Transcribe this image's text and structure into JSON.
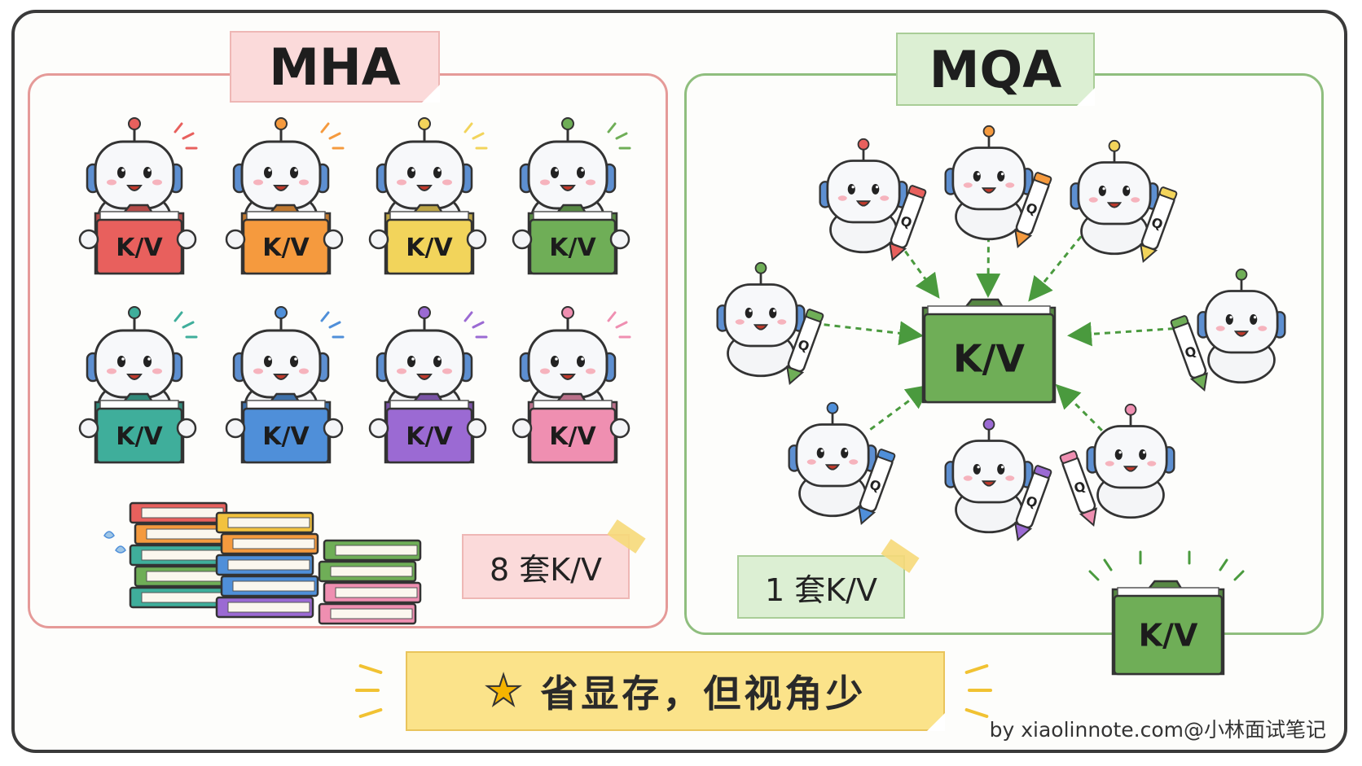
{
  "mha": {
    "title": "MHA",
    "folder_label": "K/V",
    "count_label": "8 套K/V",
    "robot_colors": [
      "#e8605d",
      "#f59a3e",
      "#f2d45b",
      "#6fae57",
      "#3fae9b",
      "#4f8fd9",
      "#9b6ad3",
      "#ef8fb1"
    ],
    "book_colors": [
      "#e8605d",
      "#f59a3e",
      "#f2c23e",
      "#6fae57",
      "#3fae9b",
      "#4f8fd9",
      "#9b6ad3",
      "#ef8fb1"
    ]
  },
  "mqa": {
    "title": "MQA",
    "folder_label": "K/V",
    "query_label": "Q",
    "count_label": "1 套K/V",
    "antenna_colors": [
      "#e8605d",
      "#f59a3e",
      "#f2d45b",
      "#6fae57",
      "#6fae57",
      "#4f8fd9",
      "#9b6ad3",
      "#ef8fb1"
    ],
    "shared_color": "#6fae57"
  },
  "banner": {
    "text": "省显存，但视角少",
    "icon": "star-icon"
  },
  "credit": "by xiaolinnote.com@小林面试笔记"
}
